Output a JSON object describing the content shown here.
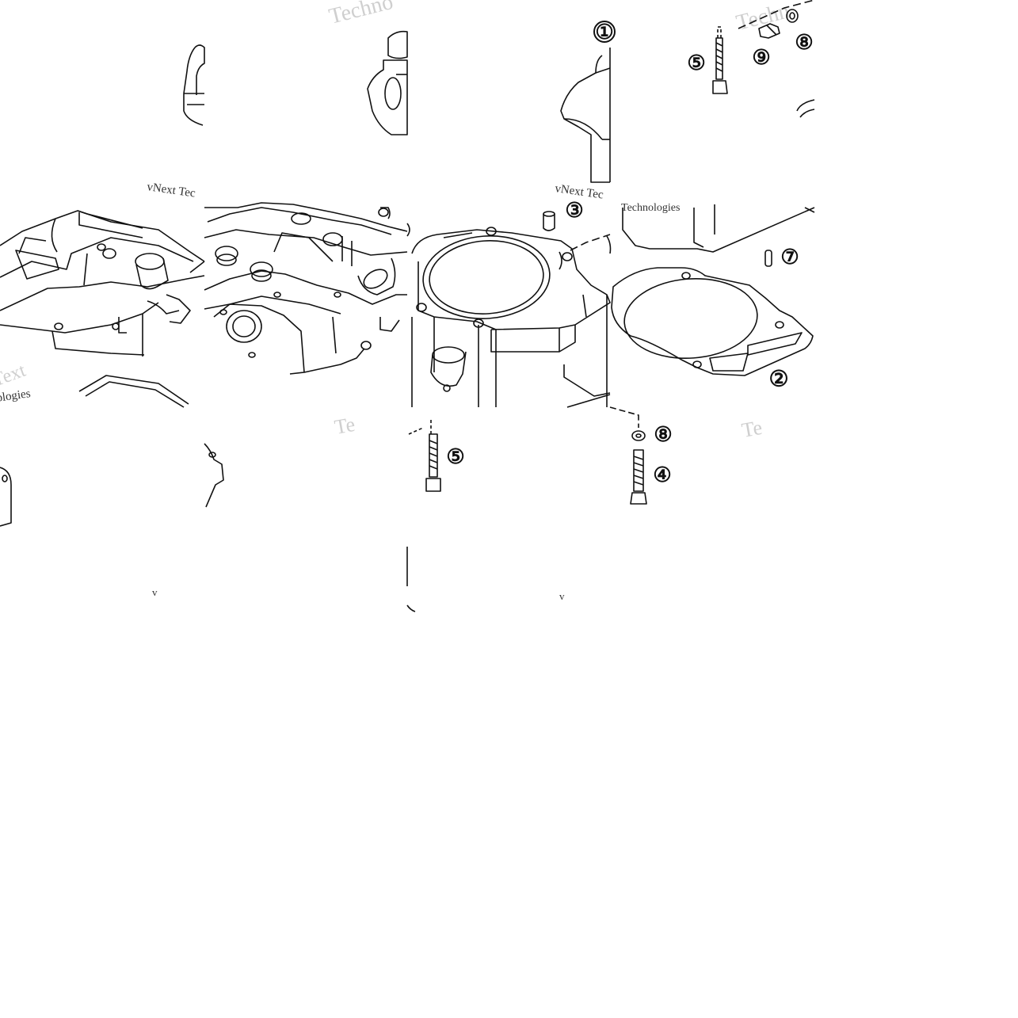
{
  "colors": {
    "line": "#111111",
    "watermark": "#cfcfcf",
    "watermark_dark": "#333333",
    "background": "#ffffff"
  },
  "callouts": [
    {
      "id": "c1",
      "label": "①"
    },
    {
      "id": "c2",
      "label": "②"
    },
    {
      "id": "c3",
      "label": "③"
    },
    {
      "id": "c4",
      "label": "④"
    },
    {
      "id": "c5a",
      "label": "⑤"
    },
    {
      "id": "c5b",
      "label": "⑤"
    },
    {
      "id": "c7",
      "label": "⑦"
    },
    {
      "id": "c8a",
      "label": "⑧"
    },
    {
      "id": "c8b",
      "label": "⑧"
    },
    {
      "id": "c9",
      "label": "⑨"
    }
  ],
  "watermarks": {
    "techno_top": "Techno",
    "techn_top_right": "Techn",
    "vnext_tec_a": "vNext Tec",
    "vnext_tec_b": "vNext Tec",
    "technologies_a": "Technologies",
    "technologies_b": "Technologies",
    "text_left": "Text",
    "te_mid": "Te",
    "te_right": "Te",
    "v_a": "v",
    "v_b": "v"
  }
}
